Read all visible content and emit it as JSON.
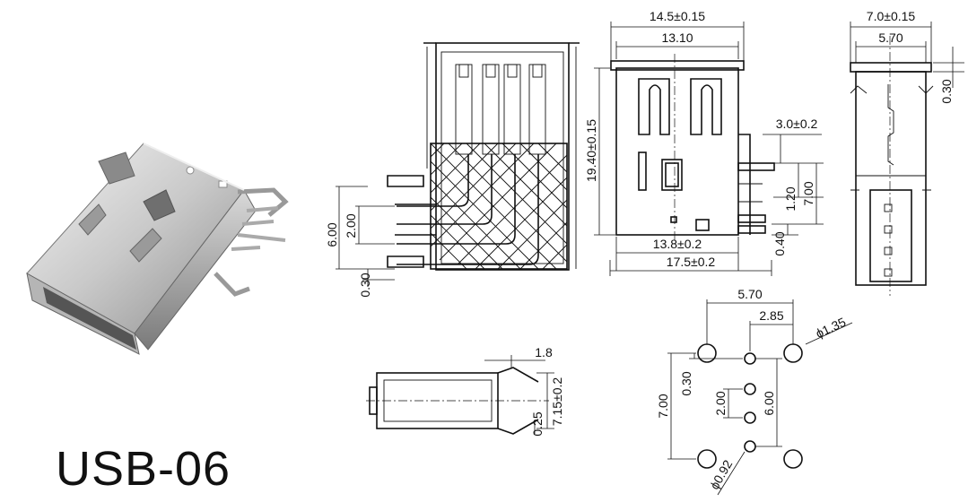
{
  "title": "USB-06",
  "dimensions": {
    "front_width_outer": "14.5±0.15",
    "front_width_inner": "13.10",
    "front_height": "19.40±0.15",
    "pin_offset": "3.0±0.2",
    "front_base_inner": "13.8±0.2",
    "front_base_outer": "17.5±0.2",
    "front_pin_pitch": "1.20",
    "front_pin_span": "7.00",
    "front_bottom": "0.40",
    "side_width_outer": "7.0±0.15",
    "side_width_inner": "5.70",
    "side_top": "0.30",
    "section_6": "6.00",
    "section_2": "2.00",
    "section_030": "0.30",
    "bottom_tab": "1.8",
    "bottom_height": "7.15±0.2",
    "bottom_025": "0.25",
    "pcb_570": "5.70",
    "pcb_285": "2.85",
    "pcb_hole_large": "ϕ1.35",
    "pcb_7": "7.00",
    "pcb_030": "0.30",
    "pcb_2": "2.00",
    "pcb_6": "6.00",
    "pcb_hole_small": "ϕ0.92"
  }
}
